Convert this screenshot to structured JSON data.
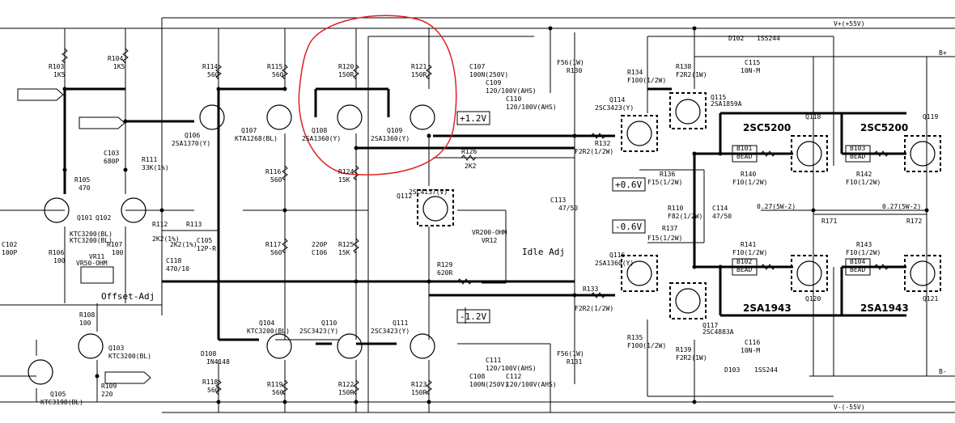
{
  "rails": {
    "vpos": "V+(+55V)",
    "vneg": "V-(-55V)",
    "bpos": "B+",
    "bneg": "B-"
  },
  "voltages": {
    "v1": "+1.2V",
    "v2": "-1.2V",
    "v3": "+0.6V",
    "v4": "-0.6V"
  },
  "adjust": {
    "offset": "Offset-Adj",
    "idle": "Idle Adj"
  },
  "transistors": [
    {
      "ref": "Q101",
      "part": "KTC3200(BL)"
    },
    {
      "ref": "Q102",
      "part": "KTC3200(BL)"
    },
    {
      "ref": "Q103",
      "part": "KTC3200(BL)"
    },
    {
      "ref": "Q104",
      "part": "KTC3200(BL)"
    },
    {
      "ref": "Q105",
      "part": "KTC3198(BL)"
    },
    {
      "ref": "Q106",
      "part": "2SA1370(Y)"
    },
    {
      "ref": "Q107",
      "part": "KTA1268(BL)"
    },
    {
      "ref": "Q108",
      "part": "2SA1360(Y)"
    },
    {
      "ref": "Q109",
      "part": "2SA1360(Y)"
    },
    {
      "ref": "Q110",
      "part": "2SC3423(Y)"
    },
    {
      "ref": "Q111",
      "part": "2SC3423(Y)"
    },
    {
      "ref": "Q112",
      "part": "2SC4137(V)"
    },
    {
      "ref": "Q114",
      "part": "2SC3423(Y)"
    },
    {
      "ref": "Q115",
      "part": "2SA1859A"
    },
    {
      "ref": "Q116",
      "part": "2SA1360(Y)"
    },
    {
      "ref": "Q117",
      "part": "2SC4883A"
    },
    {
      "ref": "Q118",
      "part": ""
    },
    {
      "ref": "Q119",
      "part": ""
    },
    {
      "ref": "Q120",
      "part": ""
    },
    {
      "ref": "Q121",
      "part": ""
    }
  ],
  "power_parts": {
    "npn": "2SC5200",
    "pnp": "2SA1943"
  },
  "resistors": [
    {
      "ref": "R103",
      "val": "1K5"
    },
    {
      "ref": "R104",
      "val": "1K5"
    },
    {
      "ref": "R114",
      "val": "560"
    },
    {
      "ref": "R115",
      "val": "560"
    },
    {
      "ref": "R120",
      "val": "150R"
    },
    {
      "ref": "R121",
      "val": "150R"
    },
    {
      "ref": "R105",
      "val": "470"
    },
    {
      "ref": "R111",
      "val": "33K(1%)"
    },
    {
      "ref": "R116",
      "val": "560"
    },
    {
      "ref": "R124",
      "val": "15K"
    },
    {
      "ref": "R126",
      "val": "2K2"
    },
    {
      "ref": "R106",
      "val": "100"
    },
    {
      "ref": "R107",
      "val": "100"
    },
    {
      "ref": "R112",
      "val": "2K2(1%)"
    },
    {
      "ref": "R113",
      "val": "2K2(1%)"
    },
    {
      "ref": "R117",
      "val": "560"
    },
    {
      "ref": "R125",
      "val": "15K"
    },
    {
      "ref": "R129",
      "val": "620R"
    },
    {
      "ref": "R108",
      "val": "100"
    },
    {
      "ref": "R109",
      "val": "220"
    },
    {
      "ref": "R118",
      "val": "560"
    },
    {
      "ref": "R119",
      "val": "560"
    },
    {
      "ref": "R122",
      "val": "150R"
    },
    {
      "ref": "R123",
      "val": "150R"
    },
    {
      "ref": "R130",
      "val": "F56(1W)"
    },
    {
      "ref": "R131",
      "val": "F56(1W)"
    },
    {
      "ref": "R132",
      "val": "F2R2(1/2W)"
    },
    {
      "ref": "R133",
      "val": "F2R2(1/2W)"
    },
    {
      "ref": "R134",
      "val": "F100(1/2W)"
    },
    {
      "ref": "R135",
      "val": "F100(1/2W)"
    },
    {
      "ref": "R136",
      "val": "F15(1/2W)"
    },
    {
      "ref": "R137",
      "val": "F15(1/2W)"
    },
    {
      "ref": "R138",
      "val": "F2R2(1W)"
    },
    {
      "ref": "R139",
      "val": "F2R2(1W)"
    },
    {
      "ref": "R110",
      "val": "F82(1/2W)"
    },
    {
      "ref": "R140",
      "val": "F10(1/2W)"
    },
    {
      "ref": "R141",
      "val": "F10(1/2W)"
    },
    {
      "ref": "R142",
      "val": "F10(1/2W)"
    },
    {
      "ref": "R143",
      "val": "F10(1/2W)"
    },
    {
      "ref": "R171",
      "val": "0.27(5W-2)"
    },
    {
      "ref": "R172",
      "val": "0.27(5W-2)"
    }
  ],
  "capacitors": [
    {
      "ref": "C103",
      "val": "680P"
    },
    {
      "ref": "C102",
      "val": "100P"
    },
    {
      "ref": "C118",
      "val": "470/10"
    },
    {
      "ref": "C105",
      "val": "12P-R"
    },
    {
      "ref": "C106",
      "val": "220P"
    },
    {
      "ref": "C107",
      "val": "100N(250V)"
    },
    {
      "ref": "C109",
      "val": "120/100V(AHS)"
    },
    {
      "ref": "C110",
      "val": "120/100V(AHS)"
    },
    {
      "ref": "C108",
      "val": "100N(250V)"
    },
    {
      "ref": "C111",
      "val": "120/100V(AHS)"
    },
    {
      "ref": "C112",
      "val": "120/100V(AHS)"
    },
    {
      "ref": "C113",
      "val": "47/50"
    },
    {
      "ref": "C114",
      "val": "47/50"
    },
    {
      "ref": "C115",
      "val": "10N-M"
    },
    {
      "ref": "C116",
      "val": "10N-M"
    }
  ],
  "diodes": [
    {
      "ref": "D102",
      "part": "1SS244"
    },
    {
      "ref": "D103",
      "part": "1SS244"
    },
    {
      "ref": "D108",
      "part": "IN4148"
    }
  ],
  "beads": [
    {
      "ref": "B101",
      "val": "BEAD"
    },
    {
      "ref": "B102",
      "val": "BEAD"
    },
    {
      "ref": "B103",
      "val": "BEAD"
    },
    {
      "ref": "B104",
      "val": "BEAD"
    }
  ],
  "pots": [
    {
      "ref": "VR11",
      "val": "VR50-OHM"
    },
    {
      "ref": "VR12",
      "val": "VR200-OHM"
    }
  ]
}
